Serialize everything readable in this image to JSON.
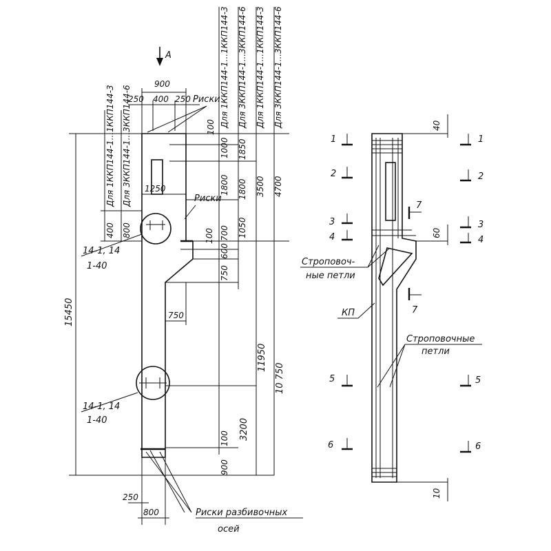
{
  "view_label": "А",
  "dims": {
    "top_total": "900",
    "top_left": "250",
    "top_mid": "400",
    "top_right": "250",
    "riski_top": "Риски",
    "riski_mid": "Риски",
    "d1250": "1250",
    "d750": "750",
    "d250_bottom": "250",
    "d800_bottom": "800",
    "overall_height": "15450",
    "bottom_note_1": "Риски разбивочных",
    "bottom_note_2": "осей"
  },
  "left_columns": {
    "col1_label": "Для 1ККП144-1...1ККП144-3",
    "col2_label": "Для 3ККП144-1...3ККП144-6",
    "col1_400": "400",
    "col2_800": "800"
  },
  "right_columns": {
    "h1": "Для 1ККП144-1...1ККП144-3",
    "h2": "Для 3ККП144-1...3ККП144-6",
    "h3": "Для 1ККП144-1...1ККП144-3",
    "h4": "Для 3ККП144-1...3ККП144-6",
    "c1": [
      "100",
      "1000",
      "1800",
      "700",
      "100"
    ],
    "c2": [
      "1850",
      "1800",
      "1050",
      "600"
    ],
    "c3": [
      "3500"
    ],
    "c4": [
      "4700"
    ],
    "c750": "750",
    "c11950": "11950",
    "c10750": "10 750",
    "c3200": "3200",
    "c100b": "100",
    "c900b": "900"
  },
  "callouts": {
    "top_a": "14-1, 14",
    "top_b": "1-40",
    "bot_a": "14-1, 14",
    "bot_b": "1-40"
  },
  "section": {
    "t40": "40",
    "t60": "60",
    "t10": "10",
    "cut1": "1",
    "cut2": "2",
    "cut3": "3",
    "cut4": "4",
    "cut5": "5",
    "cut6": "6",
    "cut7": "7",
    "loops_1a": "Строповоч-",
    "loops_1b": "ные петли",
    "kp": "КП",
    "loops_2a": "Строповочные",
    "loops_2b": "петли"
  }
}
